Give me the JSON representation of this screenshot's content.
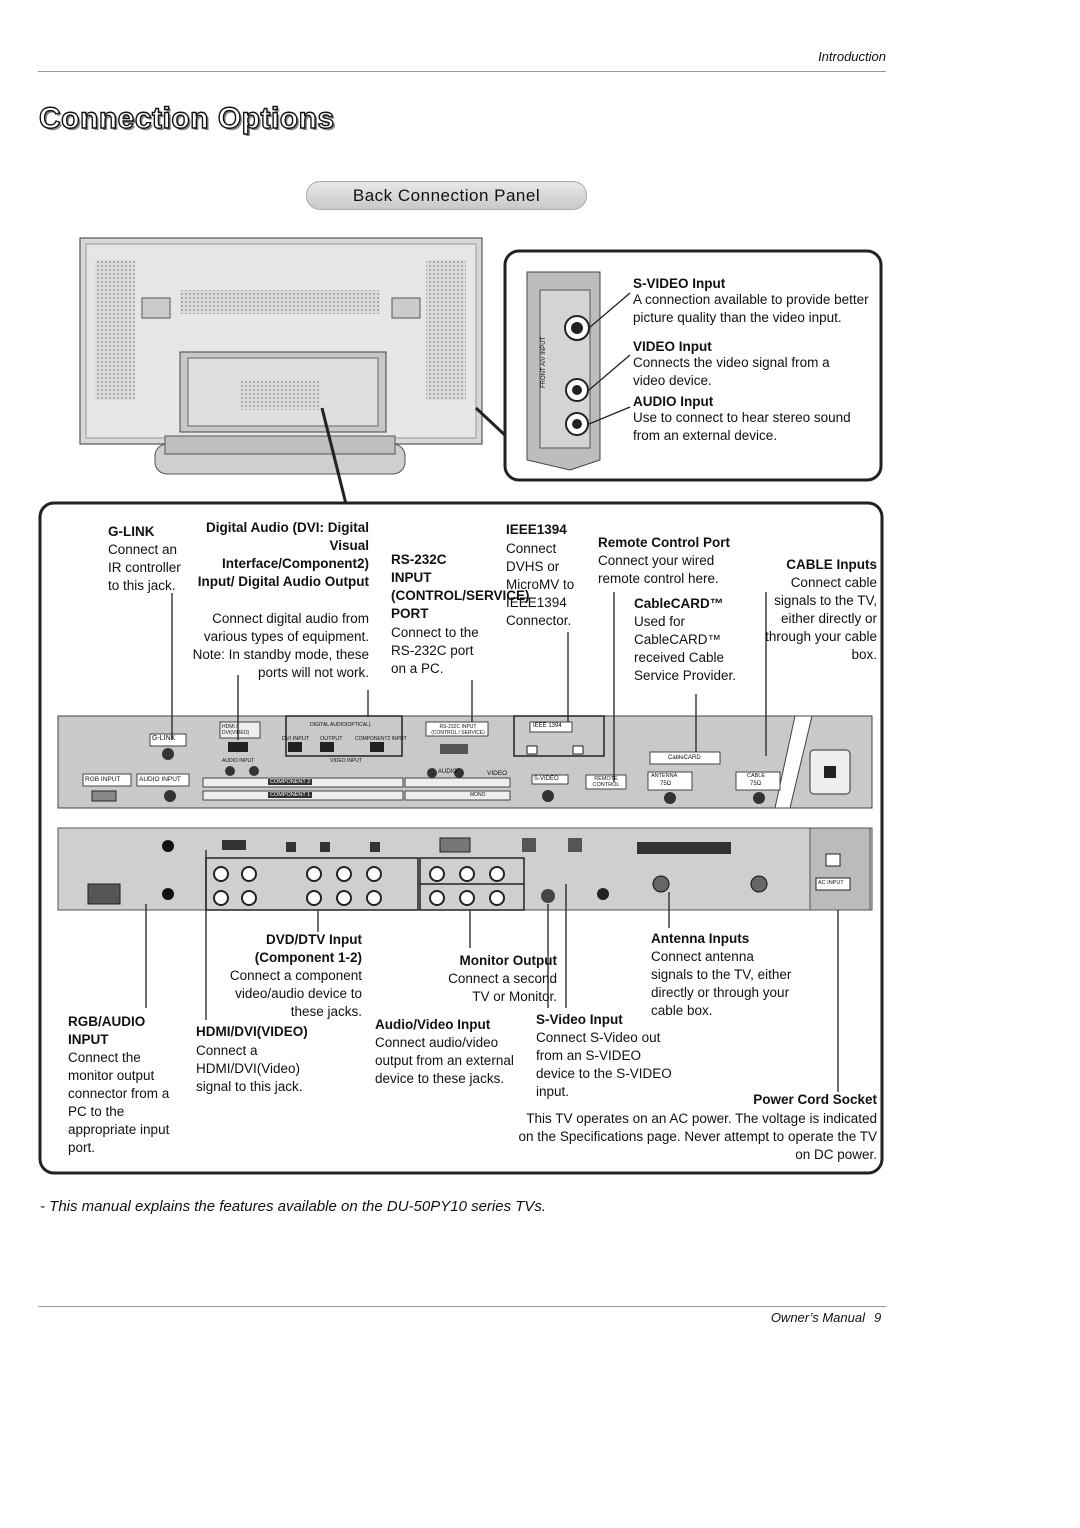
{
  "header": {
    "section": "Introduction"
  },
  "page_title": "Connection Options",
  "panel_title": "Back Connection Panel",
  "front_av": {
    "svideo_title": "S-VIDEO Input",
    "svideo_desc": "A connection available to provide better picture quality than the video input.",
    "video_title": "VIDEO Input",
    "video_desc": "Connects the video signal from a video device.",
    "audio_title": "AUDIO Input",
    "audio_desc": "Use to connect to hear stereo sound from an external device.",
    "side_label": "FRONT A/V INPUT"
  },
  "callouts": {
    "glink_title": "G-LINK",
    "glink_desc": "Connect an IR controller to this jack.",
    "digital_audio_title": "Digital Audio (DVI: Digital Visual Interface/Component2) Input/ Digital Audio Output",
    "digital_audio_desc": "Connect digital audio from various types of equipment. Note: In standby mode, these ports will not work.",
    "rs232_title": "RS-232C INPUT (CONTROL/SERVICE) PORT",
    "rs232_desc": "Connect to the RS-232C port on a PC.",
    "ieee_title": "IEEE1394",
    "ieee_desc": "Connect DVHS or MicroMV to IEEE1394 Connector.",
    "remote_title": "Remote Control Port",
    "remote_desc": "Connect your wired remote control here.",
    "cablecard_title": "CableCARD™",
    "cablecard_desc": "Used for CableCARD™ received Cable Service Provider.",
    "cable_title": "CABLE Inputs",
    "cable_desc": "Connect cable signals to the TV, either directly or through your cable box.",
    "rgb_title": "RGB/AUDIO INPUT",
    "rgb_desc": "Connect the monitor output connector from a PC to the appropriate input port.",
    "hdmi_title": "HDMI/DVI(VIDEO)",
    "hdmi_desc": "Connect a HDMI/DVI(Video) signal to this jack.",
    "dvd_title": "DVD/DTV Input (Component 1-2)",
    "dvd_desc": "Connect a component video/audio device to these jacks.",
    "monitor_title": "Monitor Output",
    "monitor_desc": "Connect a second TV or Monitor.",
    "av_title": "Audio/Video Input",
    "av_desc": "Connect audio/video output from an external device to these jacks.",
    "svideo2_title": "S-Video Input",
    "svideo2_desc": "Connect S-Video out from an S-VIDEO device to the S-VIDEO input.",
    "antenna_title": "Antenna Inputs",
    "antenna_desc": "Connect antenna signals to the TV, either directly or through your cable box.",
    "power_title": "Power Cord Socket",
    "power_desc": "This TV operates on an AC power. The voltage is indicated on the Specifications page. Never attempt to operate the TV on DC power."
  },
  "panel_labels": {
    "glink": "G-LINK",
    "rgb_input": "RGB INPUT",
    "audio_input": "AUDIO INPUT",
    "hdmi": "HDMI / DVI(VIDEO)",
    "digital_audio": "DIGITAL AUDIO(OPTICAL)",
    "dvi_input": "DVI INPUT",
    "output": "OUTPUT",
    "component_input": "COMPONENT2 INPUT",
    "audio_input_small": "AUDIO INPUT",
    "video_input": "VIDEO INPUT",
    "comp2": "COMPONENT 2",
    "comp1": "COMPONENT 1",
    "rs232": "RS-232C INPUT (CONTROL / SERVICE)",
    "ieee": "IEEE 1394",
    "audio": "AUDIO",
    "video": "VIDEO",
    "svideo": "S-VIDEO",
    "remote": "REMOTE CONTROL",
    "cablecard": "CableCARD",
    "antenna": "ANTENNA",
    "cable": "CABLE",
    "ohm": "75Ω",
    "ac_input": "AC INPUT",
    "mono": "MONO"
  },
  "footnote": "- This manual explains the features available on the DU-50PY10 series TVs.",
  "footer": {
    "manual": "Owner’s Manual",
    "page": "9"
  }
}
